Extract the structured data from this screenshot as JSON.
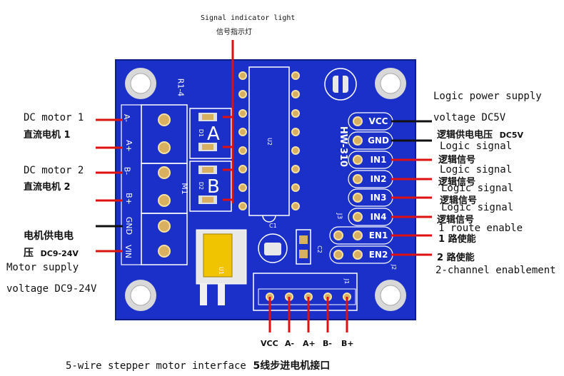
{
  "title": {
    "en": "Signal indicator light",
    "zh": "信号指示灯"
  },
  "left": {
    "dc_motor_1": {
      "en": "DC motor 1",
      "zh": "直流电机 1"
    },
    "dc_motor_2": {
      "en": "DC motor 2",
      "zh": "直流电机 2"
    },
    "motor_supply_zh_1": "电机供电电",
    "motor_supply_zh_2_prefix": "压",
    "motor_supply_zh_2_value": "DC9-24V",
    "motor_supply_en_1": "Motor supply",
    "motor_supply_en_2": "voltage DC9-24V"
  },
  "right": {
    "logic_power_en_1": "Logic power supply",
    "logic_power_en_2": "voltage DC5V",
    "logic_power_zh_prefix": "逻辑供电电压",
    "logic_power_zh_value": "DC5V",
    "logic_signal_en": "Logic signal",
    "logic_signal_zh": "逻辑信号",
    "route1_zh": "1 路使能",
    "route1_en": "1 route enable",
    "route2_zh": "2 路使能",
    "route2_en": "2-channel enablement"
  },
  "board": {
    "model": "HW-310",
    "r_label": "R1-4",
    "channel_a": "A",
    "channel_b": "B",
    "m1": "M1",
    "u2": "U2",
    "u1": "U1",
    "c1": "C1",
    "c2": "C2",
    "d1": "D1",
    "d2": "D2",
    "j1": "J1",
    "j2": "J2",
    "j3": "J3",
    "terminal_labels": [
      "A-",
      "A+",
      "B-",
      "B+",
      "GND",
      "VIN"
    ],
    "right_pins": [
      "VCC",
      "GND",
      "IN1",
      "IN2",
      "IN3",
      "IN4",
      "EN1",
      "EN2"
    ]
  },
  "bottom": {
    "pins": [
      "VCC",
      "A-",
      "A+",
      "B-",
      "B+"
    ],
    "caption_en": "5-wire stepper motor interface",
    "caption_zh": "5线步进电机接口"
  },
  "colors": {
    "pcb": "#1a30c8",
    "pcb_dark": "#122399",
    "pointer": "#e01010",
    "pad": "#d8b060",
    "silk": "#ffffff"
  }
}
